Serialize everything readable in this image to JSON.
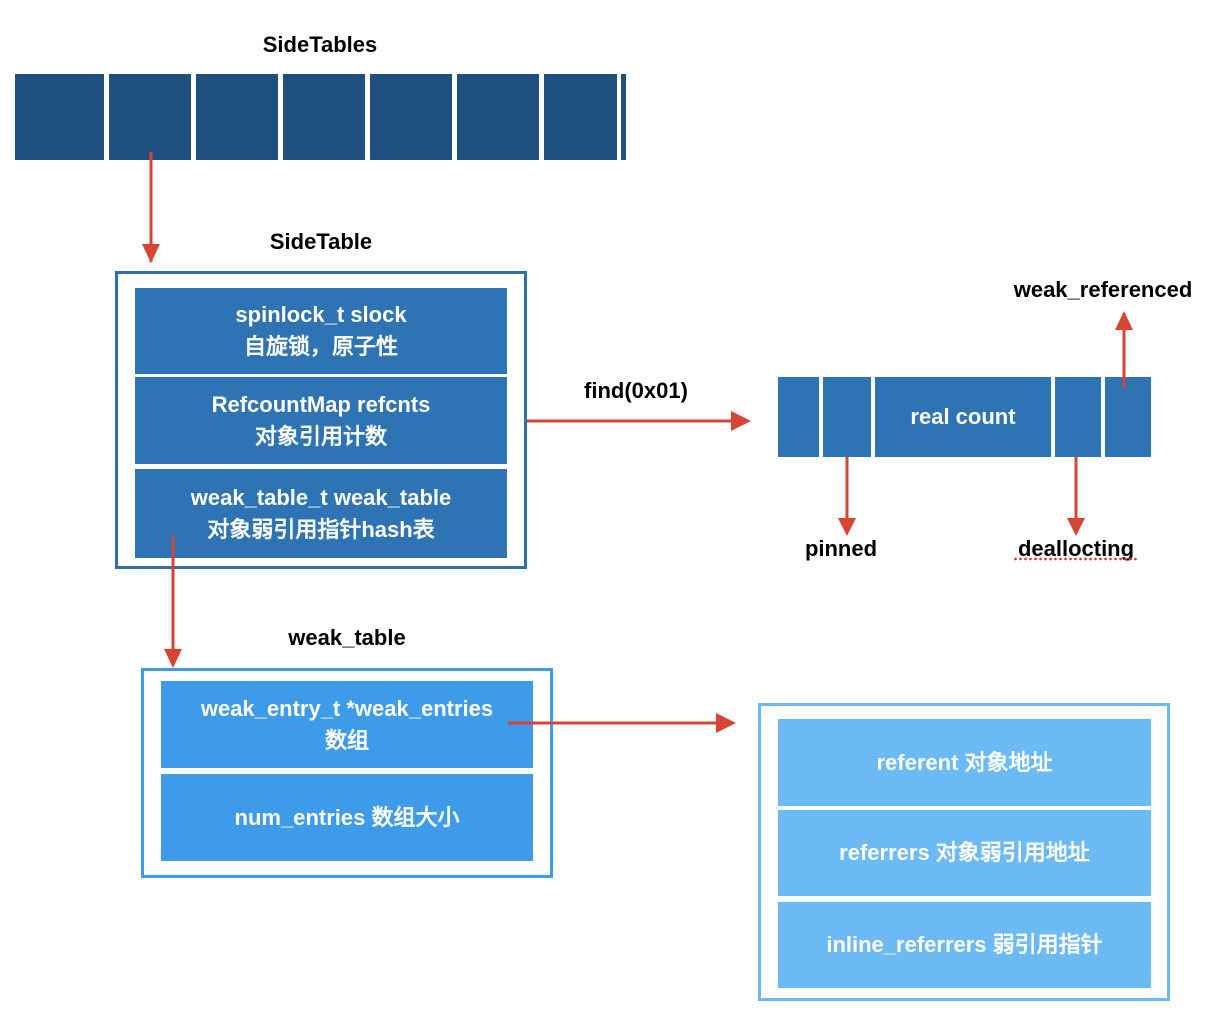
{
  "side_tables": {
    "title": "SideTables"
  },
  "side_table": {
    "title": "SideTable",
    "slock": {
      "line1": "spinlock_t slock",
      "line2": "自旋锁，原子性"
    },
    "refcnts": {
      "line1": "RefcountMap refcnts",
      "line2": "对象引用计数"
    },
    "weak_table": {
      "line1": "weak_table_t  weak_table",
      "line2": "对象弱引用指针hash表"
    }
  },
  "refcount_word": {
    "find_label": "find(0x01)",
    "real_count_label": "real count",
    "weak_referenced_label": "weak_referenced",
    "pinned_label": "pinned",
    "deallocting_label": "deallocting"
  },
  "weak_table": {
    "title": "weak_table",
    "weak_entries": {
      "line1": "weak_entry_t *weak_entries",
      "line2": "数组"
    },
    "num_entries": {
      "line1": "num_entries 数组大小"
    }
  },
  "weak_entry": {
    "referent": "referent  对象地址",
    "referrers": "referrers 对象弱引用地址",
    "inline_referrers": "inline_referrers 弱引用指针"
  },
  "colors": {
    "arrow": "#d64532",
    "side_tables_cell": "#1f5080",
    "side_table_box": "#2e73b4",
    "weak_table_box": "#3d9be9",
    "weak_entry_box": "#6cbaf4"
  }
}
